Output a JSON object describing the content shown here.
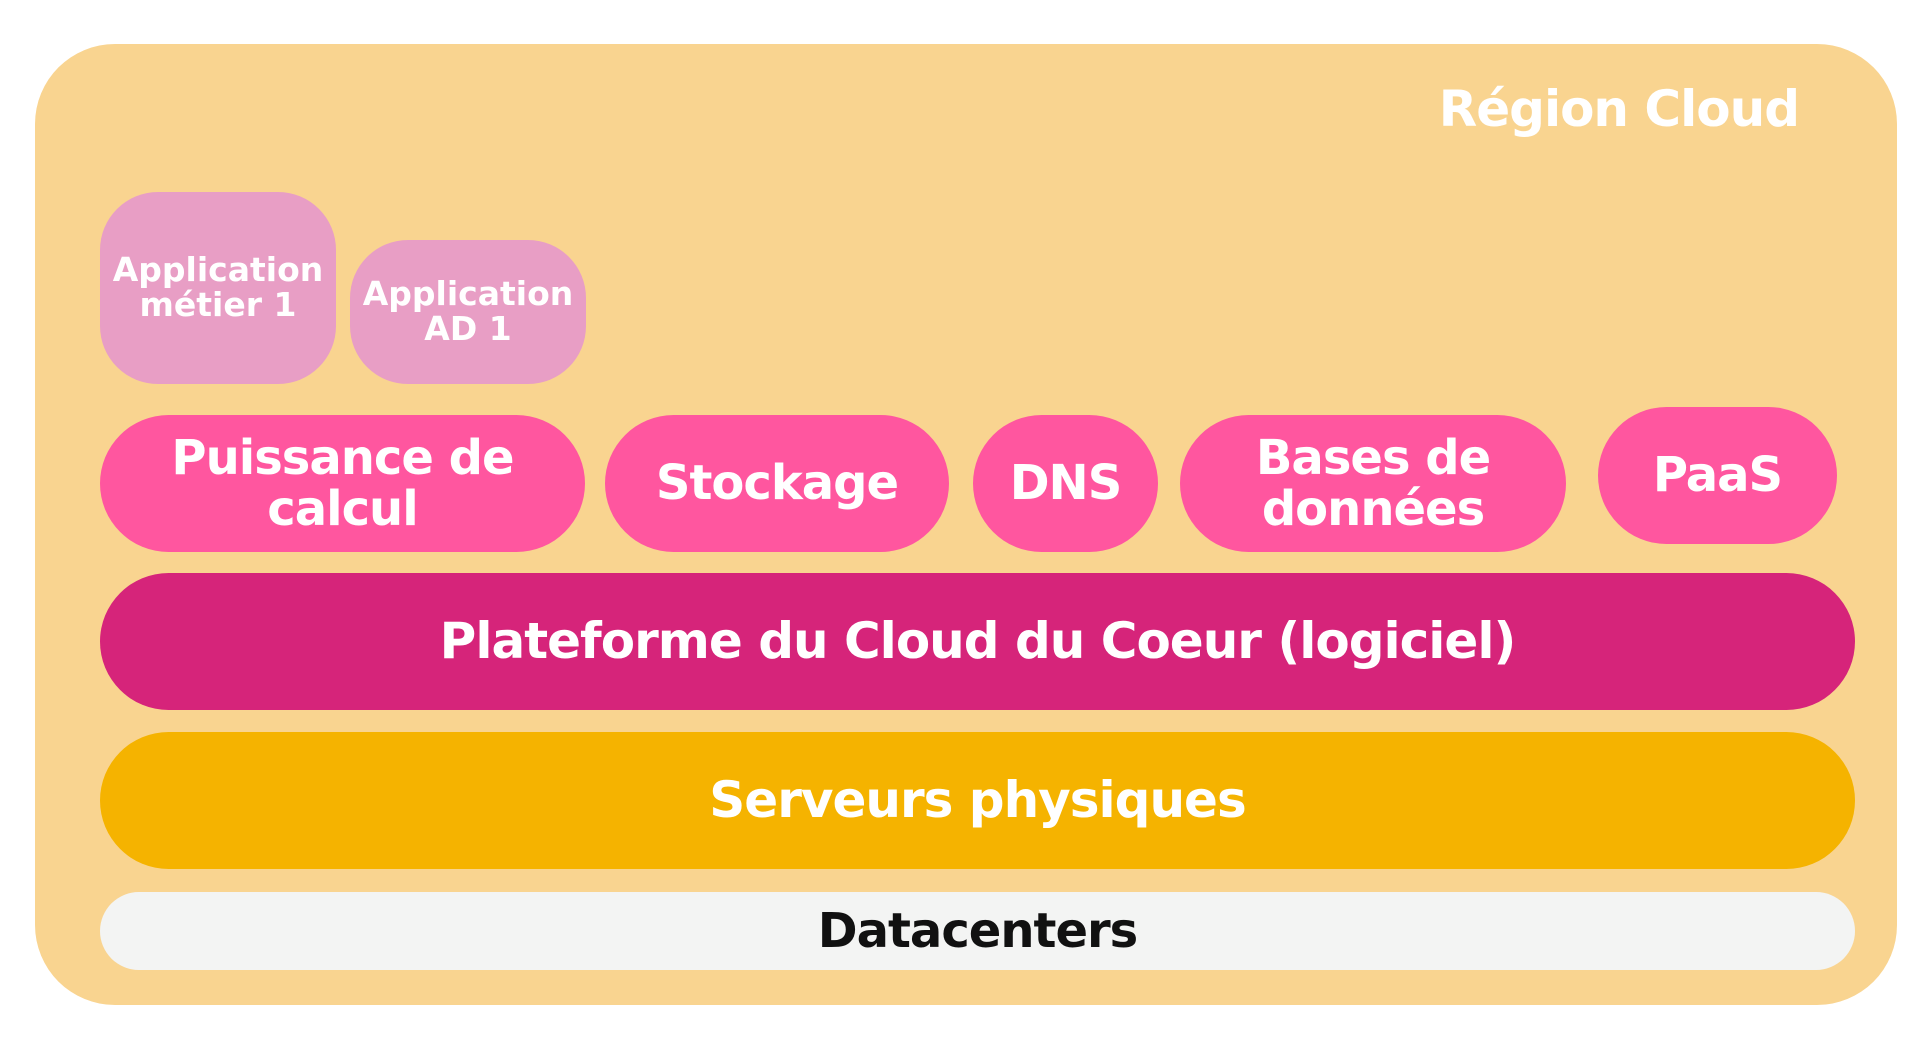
{
  "region": {
    "title": "Région Cloud"
  },
  "applications": [
    {
      "label": "Application\nmétier 1"
    },
    {
      "label": "Application\nAD 1"
    }
  ],
  "services": [
    {
      "label": "Puissance de\ncalcul"
    },
    {
      "label": "Stockage"
    },
    {
      "label": "DNS"
    },
    {
      "label": "Bases de\ndonnées"
    },
    {
      "label": "PaaS"
    }
  ],
  "platform": {
    "label": "Plateforme du Cloud du Coeur (logiciel)"
  },
  "servers": {
    "label": "Serveurs physiques"
  },
  "datacenters": {
    "label": "Datacenters"
  },
  "colors": {
    "region": "#f9d490",
    "application": "#e89ec5",
    "service": "#ff569f",
    "platform": "#d6247a",
    "servers": "#f5b300",
    "datacenters": "#f3f4f3"
  }
}
